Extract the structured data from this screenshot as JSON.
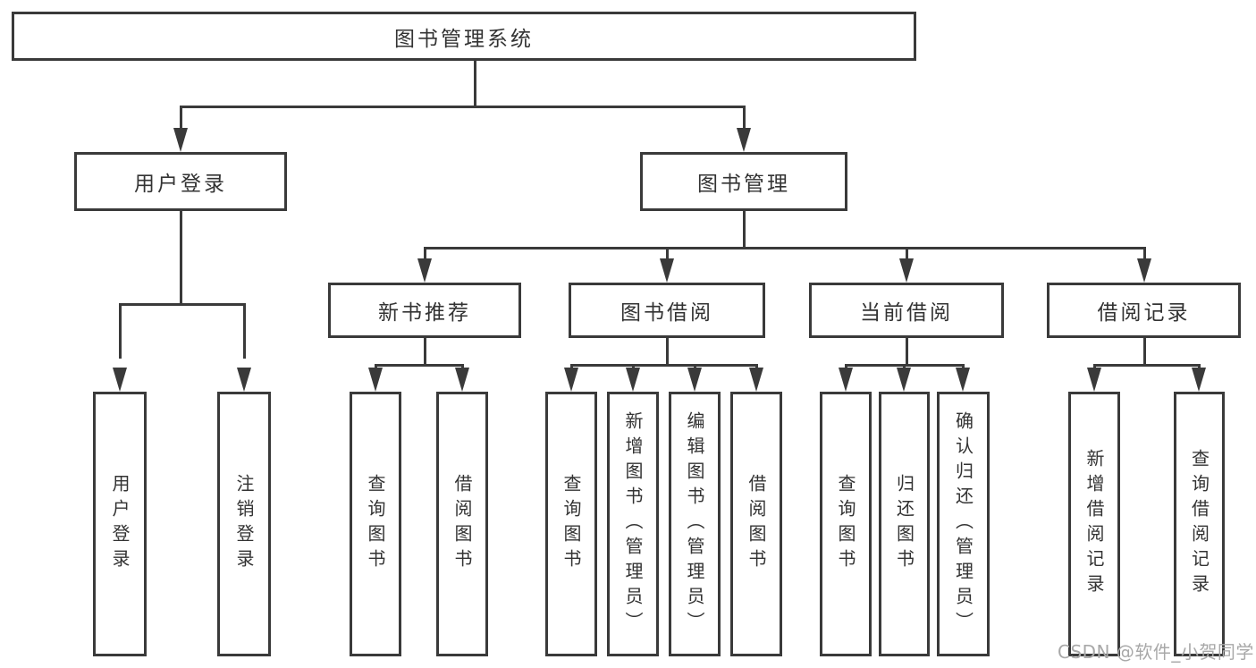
{
  "tree": {
    "root": {
      "label": "图书管理系统"
    },
    "branches": [
      {
        "label": "用户登录",
        "children": [
          "用户登录",
          "注销登录"
        ]
      },
      {
        "label": "图书管理",
        "children": [
          {
            "label": "新书推荐",
            "children": [
              "查询图书",
              "借阅图书"
            ]
          },
          {
            "label": "图书借阅",
            "children": [
              "查询图书",
              "新增图书（管理员）",
              "编辑图书（管理员）",
              "借阅图书"
            ]
          },
          {
            "label": "当前借阅",
            "children": [
              "查询图书",
              "归还图书",
              "确认归还（管理员）"
            ]
          },
          {
            "label": "借阅记录",
            "children": [
              "新增借阅记录",
              "查询借阅记录"
            ]
          }
        ]
      }
    ]
  },
  "watermark": "CSDN @软件_小贺同学",
  "colors": {
    "line": "#3a3a3a",
    "text": "#333333",
    "box_fill": "#ffffff",
    "watermark": "#a8a8a8",
    "background": "#ffffff"
  }
}
